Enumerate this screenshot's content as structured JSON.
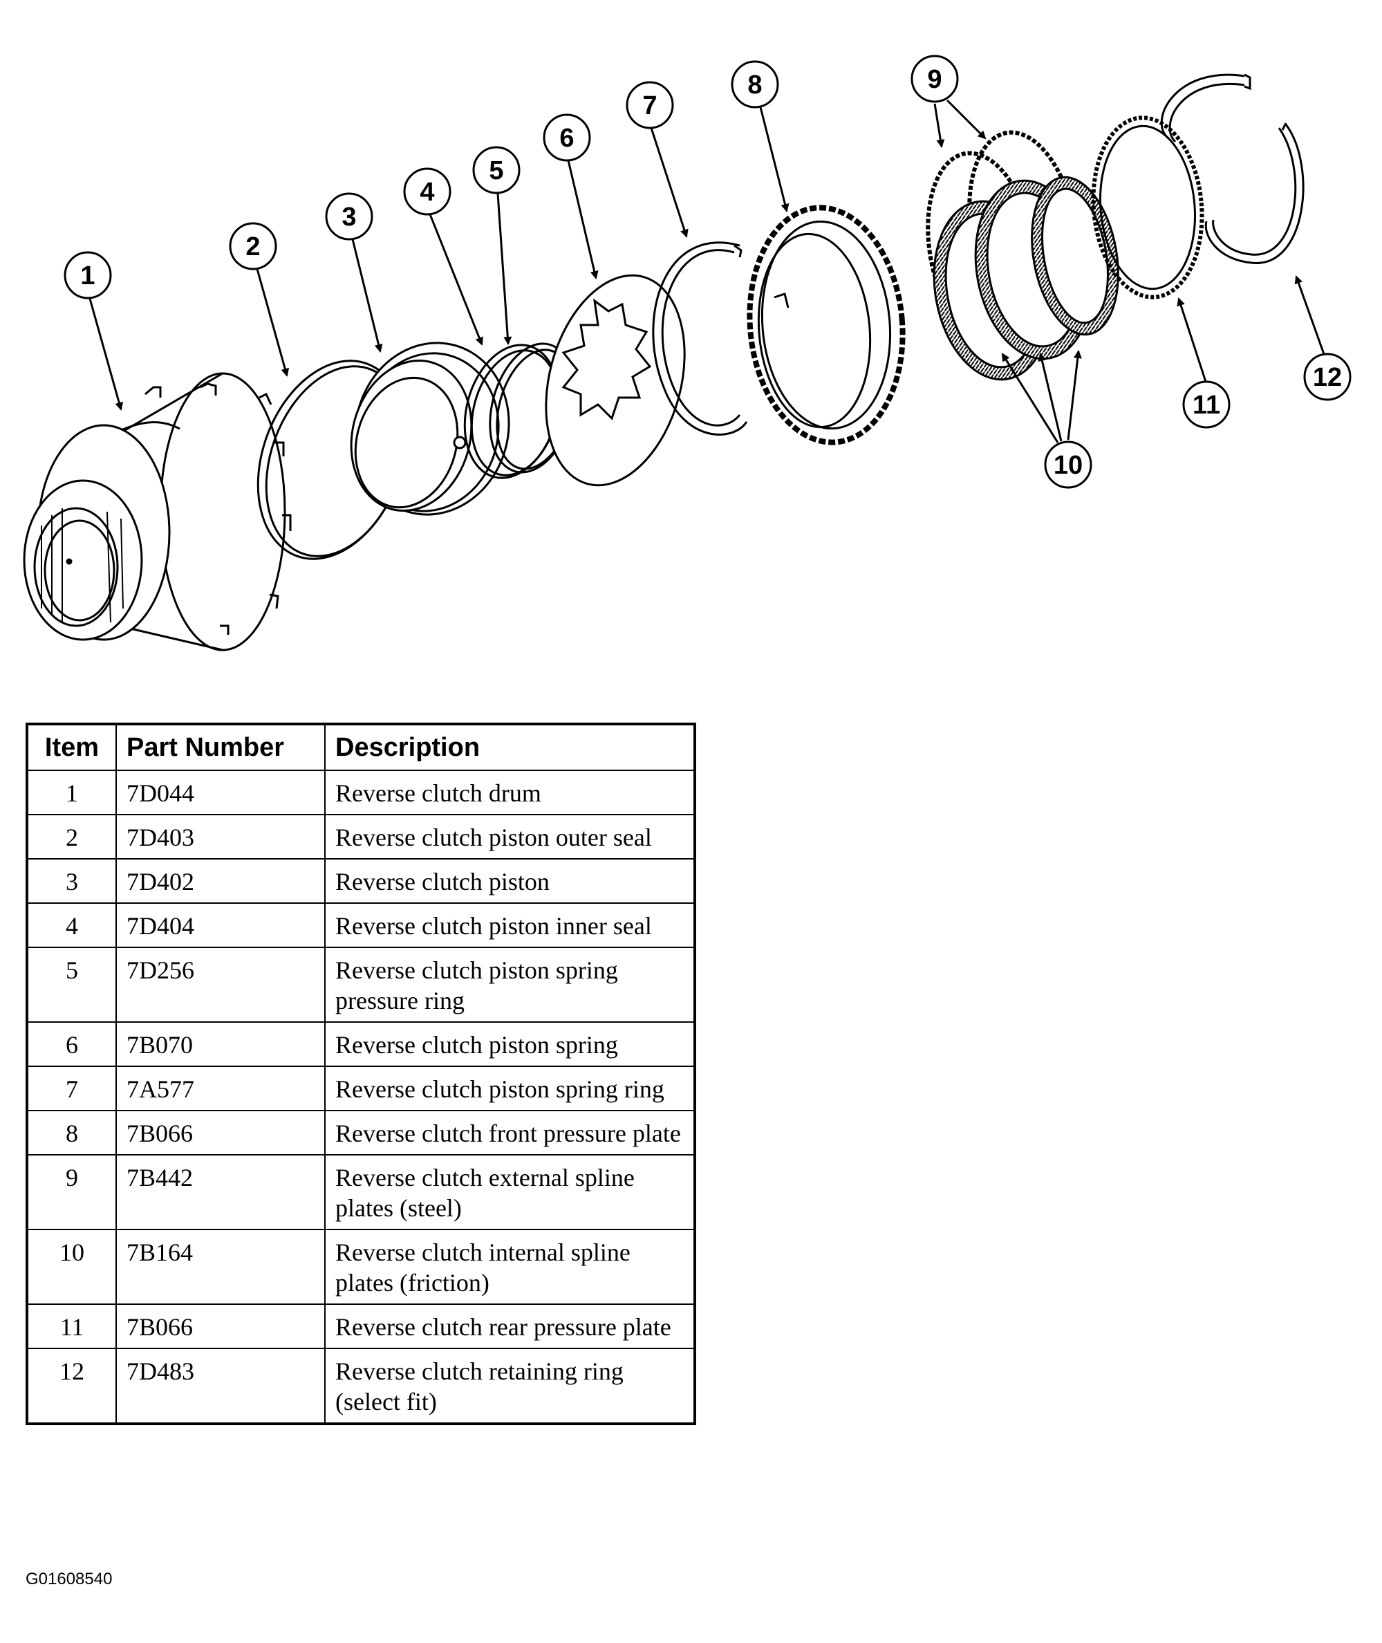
{
  "callouts": [
    "1",
    "2",
    "3",
    "4",
    "5",
    "6",
    "7",
    "8",
    "9",
    "10",
    "11",
    "12"
  ],
  "table": {
    "headers": {
      "item": "Item",
      "part_number": "Part Number",
      "description": "Description"
    },
    "rows": [
      {
        "item": "1",
        "part_number": "7D044",
        "description": "Reverse clutch drum"
      },
      {
        "item": "2",
        "part_number": "7D403",
        "description": "Reverse clutch piston outer seal"
      },
      {
        "item": "3",
        "part_number": "7D402",
        "description": "Reverse clutch piston"
      },
      {
        "item": "4",
        "part_number": "7D404",
        "description": "Reverse clutch piston inner seal"
      },
      {
        "item": "5",
        "part_number": "7D256",
        "description": "Reverse clutch piston spring pressure ring"
      },
      {
        "item": "6",
        "part_number": "7B070",
        "description": "Reverse clutch piston spring"
      },
      {
        "item": "7",
        "part_number": "7A577",
        "description": "Reverse clutch piston spring ring"
      },
      {
        "item": "8",
        "part_number": "7B066",
        "description": "Reverse clutch front pressure plate"
      },
      {
        "item": "9",
        "part_number": "7B442",
        "description": "Reverse clutch external spline plates (steel)"
      },
      {
        "item": "10",
        "part_number": "7B164",
        "description": "Reverse clutch internal spline plates (friction)"
      },
      {
        "item": "11",
        "part_number": "7B066",
        "description": "Reverse clutch rear pressure plate"
      },
      {
        "item": "12",
        "part_number": "7D483",
        "description": "Reverse clutch retaining ring (select fit)"
      }
    ]
  },
  "figure_id": "G01608540"
}
